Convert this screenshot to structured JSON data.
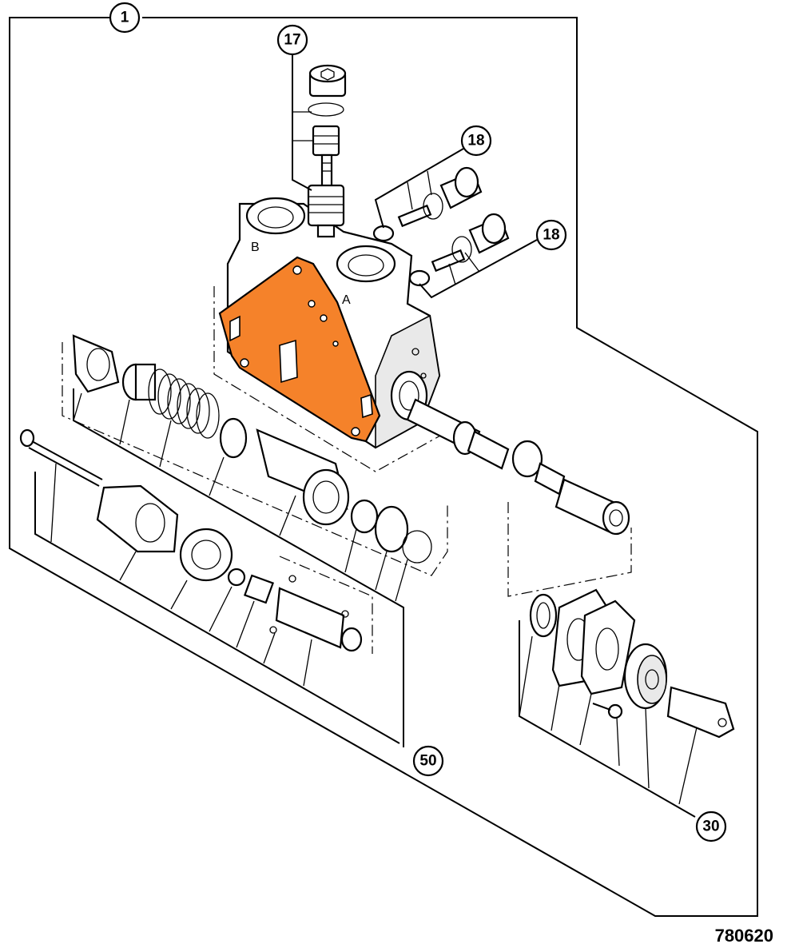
{
  "diagram": {
    "callouts": [
      {
        "id": "1",
        "label": "1"
      },
      {
        "id": "17",
        "label": "17"
      },
      {
        "id": "18a",
        "label": "18"
      },
      {
        "id": "18b",
        "label": "18"
      },
      {
        "id": "50",
        "label": "50"
      },
      {
        "id": "30",
        "label": "30"
      }
    ],
    "port_labels": {
      "a": "A",
      "b": "B"
    },
    "reference_number": "780620",
    "highlight_color": "#f5822a"
  }
}
